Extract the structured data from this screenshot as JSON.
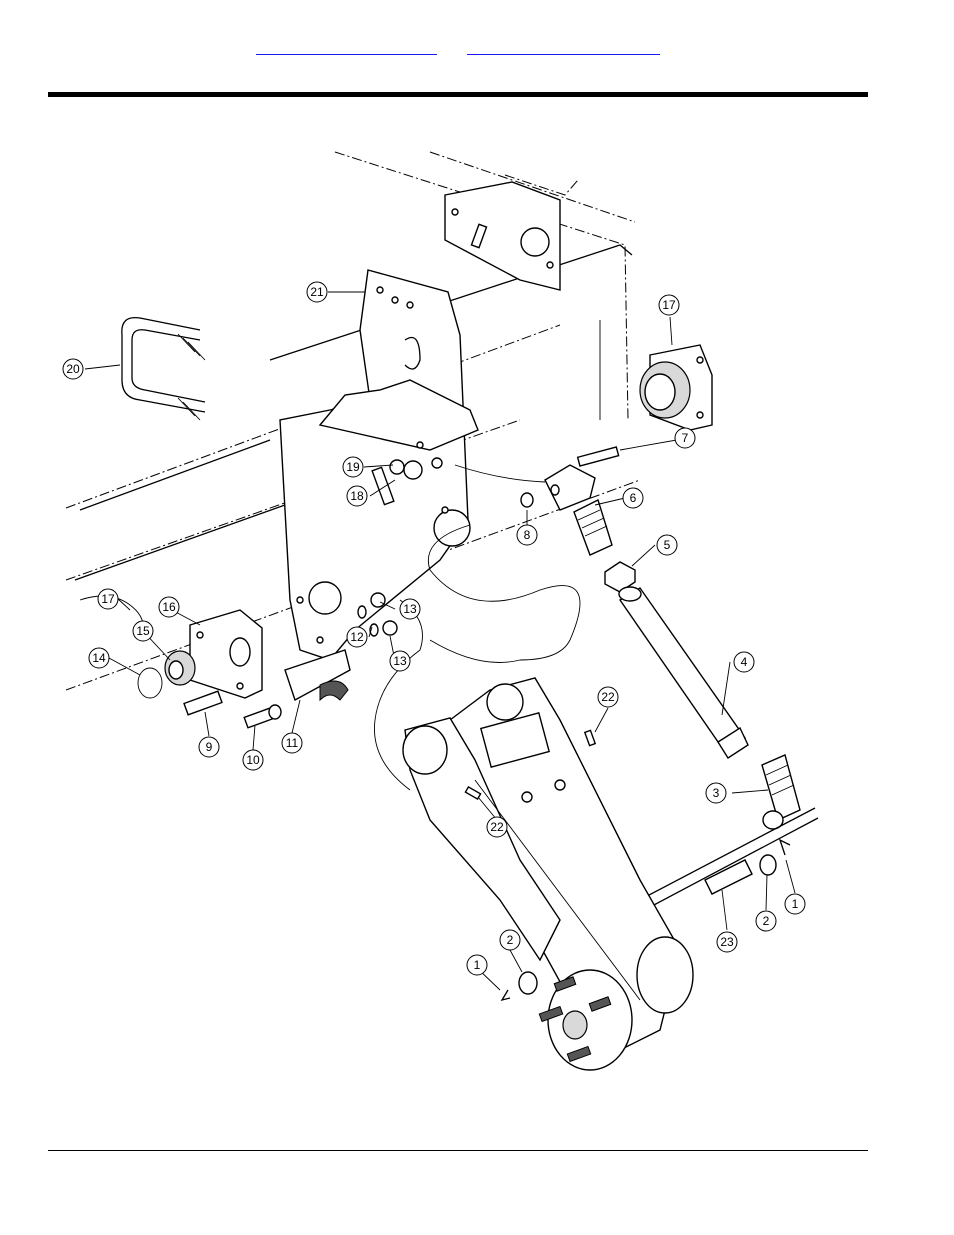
{
  "header": {
    "link_left": "",
    "link_right": ""
  },
  "callouts": [
    {
      "label": "1"
    },
    {
      "label": "1"
    },
    {
      "label": "2"
    },
    {
      "label": "2"
    },
    {
      "label": "3"
    },
    {
      "label": "4"
    },
    {
      "label": "5"
    },
    {
      "label": "6"
    },
    {
      "label": "7"
    },
    {
      "label": "8"
    },
    {
      "label": "9"
    },
    {
      "label": "10"
    },
    {
      "label": "11"
    },
    {
      "label": "12"
    },
    {
      "label": "13"
    },
    {
      "label": "13"
    },
    {
      "label": "14"
    },
    {
      "label": "15"
    },
    {
      "label": "16"
    },
    {
      "label": "17"
    },
    {
      "label": "17"
    },
    {
      "label": "18"
    },
    {
      "label": "19"
    },
    {
      "label": "20"
    },
    {
      "label": "21"
    },
    {
      "label": "22"
    },
    {
      "label": "22"
    },
    {
      "label": "23"
    }
  ]
}
